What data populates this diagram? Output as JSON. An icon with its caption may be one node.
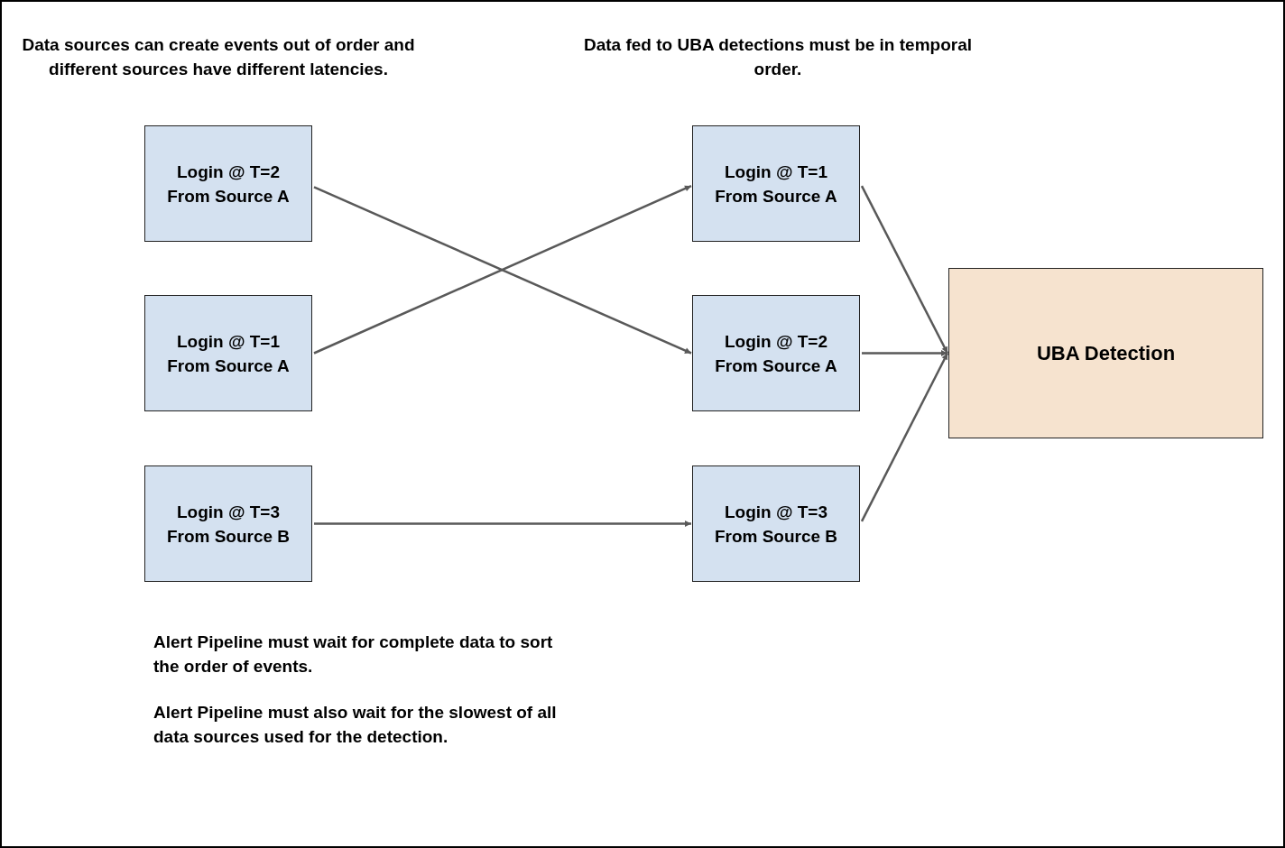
{
  "diagram": {
    "nodes": [
      {
        "text": [
          "Login @ T=2 From Source A"
        ]
      },
      {
        "text": [
          "Login @ T=1 From Source A"
        ]
      },
      {
        "text": [
          "Login @ T=1 From Source A"
        ]
      },
      {
        "text": [
          "Login @ T=2 From Source A"
        ]
      },
      {
        "text": [
          "UBA Detection"
        ]
      },
      {
        "text": [
          "Login @ T=3 From Source B"
        ]
      },
      {
        "text": [
          "Login @ T=3 From Source B"
        ]
      }
    ],
    "edges": [
      {
        "from": 0,
        "to": 3,
        "arrow": "to"
      },
      {
        "from": 2,
        "to": 1,
        "arrow": "to"
      },
      {
        "from": 5,
        "to": 6,
        "arrow": "to"
      },
      {
        "from": 1,
        "to": 4,
        "arrow": "to"
      },
      {
        "from": 3,
        "to": 4,
        "arrow": "to"
      },
      {
        "from": 6,
        "to": 4,
        "arrow": "to"
      }
    ],
    "labels": [
      "Data sources can create events out of order and different sources have different latencies.",
      "Data fed to UBA detections must be in temporal order.",
      "Alert Pipeline must wait for complete data to sort the order of events.",
      "Alert Pipeline must also wait for the slowest of all data sources used for the detection."
    ]
  }
}
